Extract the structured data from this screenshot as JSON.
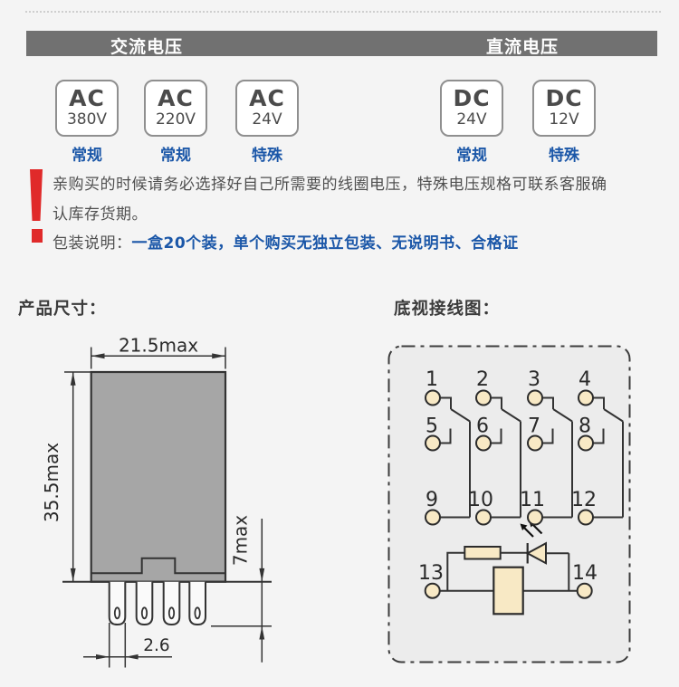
{
  "header": {
    "ac_title": "交流电压",
    "dc_title": "直流电压"
  },
  "voltage_options": [
    {
      "type": "AC",
      "voltage": "380V",
      "tag": "常规"
    },
    {
      "type": "AC",
      "voltage": "220V",
      "tag": "常规"
    },
    {
      "type": "AC",
      "voltage": "24V",
      "tag": "特殊"
    },
    {
      "type": "DC",
      "voltage": "24V",
      "tag": "常规"
    },
    {
      "type": "DC",
      "voltage": "12V",
      "tag": "特殊"
    }
  ],
  "notice": {
    "line1": "亲购买的时候请务必选择好自己所需要的线圈电压，特殊电压规格可联系客服确",
    "line2": "认库存货期。",
    "packaging_label": "包装说明：",
    "packaging_highlight": "一盒20个装，单个购买无独立包装、无说明书、合格证"
  },
  "sections": {
    "dimensions_title": "产品尺寸：",
    "wiring_title": "底视接线图："
  },
  "dimensions": {
    "width": "21.5max",
    "height": "35.5max",
    "pin_length": "7max",
    "pin_pitch": "2.6"
  },
  "wiring": {
    "pins": [
      "1",
      "2",
      "3",
      "4",
      "5",
      "6",
      "7",
      "8",
      "9",
      "10",
      "11",
      "12",
      "13",
      "14"
    ]
  },
  "colors": {
    "accent_blue": "#1b57a8",
    "alert_red": "#e02a2a",
    "header_gray": "#717171",
    "relay_body_gray": "#a6a6a6",
    "pin_fill_cream": "#f8e9c5",
    "panel_gray": "#ececec"
  }
}
